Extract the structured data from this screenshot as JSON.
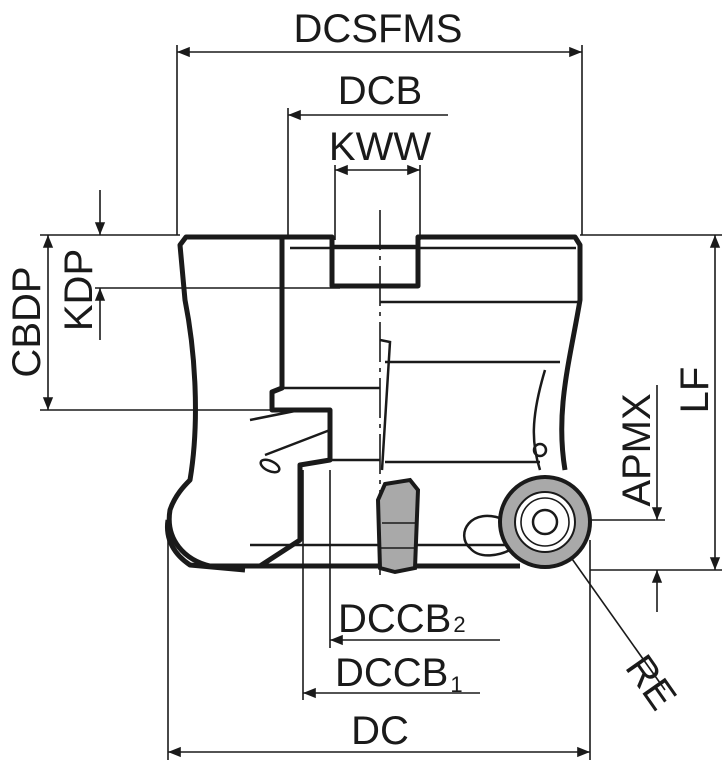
{
  "labels": {
    "dcsfms": "DCSFMS",
    "dcb": "DCB",
    "kww": "KWW",
    "cbdp": "CBDP",
    "kdp": "KDP",
    "apmx": "APMX",
    "lf": "LF",
    "dccb2": "DCCB",
    "dccb2_sub": "2",
    "dccb1": "DCCB",
    "dccb1_sub": "1",
    "dc": "DC",
    "re": "RE"
  },
  "colors": {
    "line": "#1a1a1a",
    "insert": "#a9a9a9"
  }
}
